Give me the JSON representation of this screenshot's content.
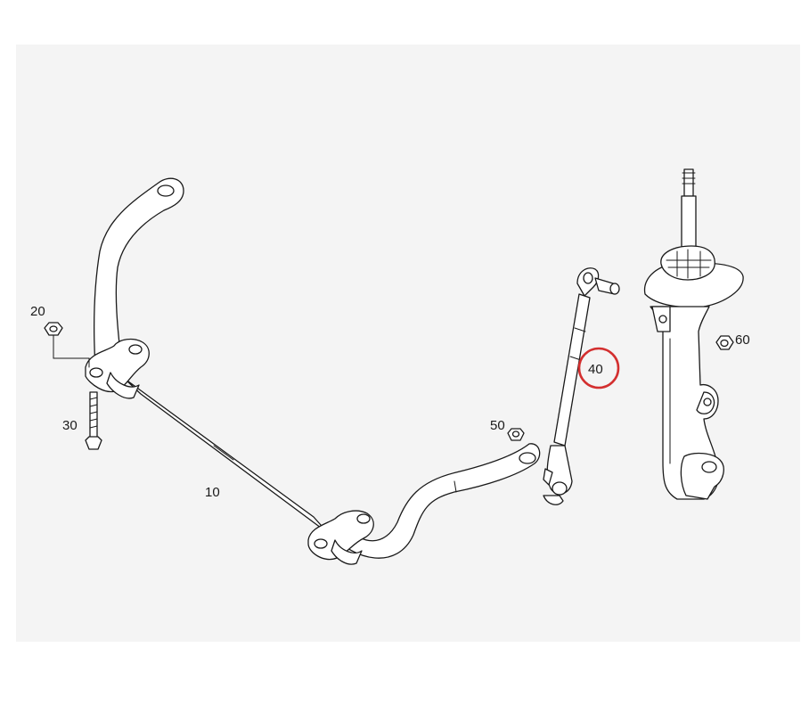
{
  "diagram": {
    "callouts": [
      {
        "id": "c20",
        "label": "20",
        "part": "hex-nut"
      },
      {
        "id": "c30",
        "label": "30",
        "part": "bolt"
      },
      {
        "id": "c10",
        "label": "10",
        "part": "stabilizer-bar"
      },
      {
        "id": "c50",
        "label": "50",
        "part": "nut"
      },
      {
        "id": "c40",
        "label": "40",
        "part": "stabilizer-link",
        "highlighted": true
      },
      {
        "id": "c60",
        "label": "60",
        "part": "flange-nut"
      }
    ],
    "highlight_color": "#d32f2f",
    "line_color": "#1a1a1a",
    "background_panel_color": "#f4f4f4"
  }
}
